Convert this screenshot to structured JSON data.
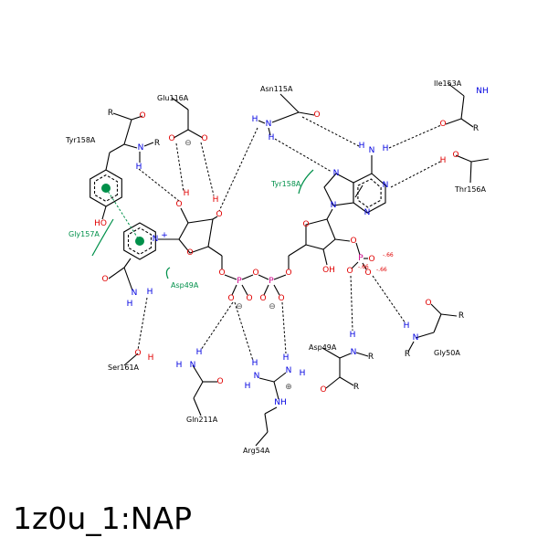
{
  "title": "1z0u_1:NAP",
  "residues": {
    "glu116": "Glu116A",
    "asn115": "Asn115A",
    "ile153": "Ile153A",
    "tyr158": "Tyr158A",
    "thr156": "Thr156A",
    "ser161": "Ser161A",
    "gln211": "Gln211A",
    "arg54": "Arg54A",
    "asp49": "Asp49A",
    "gly50": "Gly50A"
  },
  "hydrophobic_contacts": {
    "tyr158": "Tyr158A",
    "gly157": "Gly157A",
    "asp49": "Asp49A"
  },
  "atoms": {
    "O": "O",
    "N": "N",
    "H": "H",
    "P": "P",
    "R": "R",
    "NH": "NH",
    "OH": "OH",
    "HO": "HO",
    "Nplus": "N",
    "plus": "+",
    "minus": "⊖",
    "cplus": "⊕",
    "partial": "-.66"
  },
  "colors": {
    "oxygen": "#e00000",
    "nitrogen": "#0000e0",
    "phosphorus": "#d0008a",
    "interaction": "#00904a"
  }
}
